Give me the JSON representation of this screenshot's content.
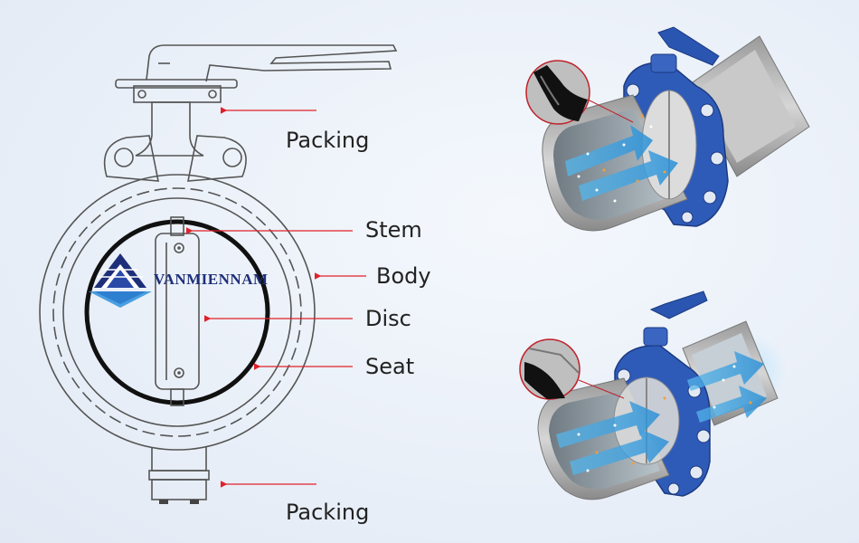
{
  "labels": {
    "packing_top": "Packing",
    "stem": "Stem",
    "body": "Body",
    "disc": "Disc",
    "seat": "Seat",
    "packing_bottom": "Packing"
  },
  "logo": {
    "text": "VANMIENNAM"
  },
  "colors": {
    "arrow": "#e0212a",
    "valve_body": "#2f5bb8",
    "logo_blue": "#1e2f7a",
    "flow": "#3aa4e0"
  }
}
